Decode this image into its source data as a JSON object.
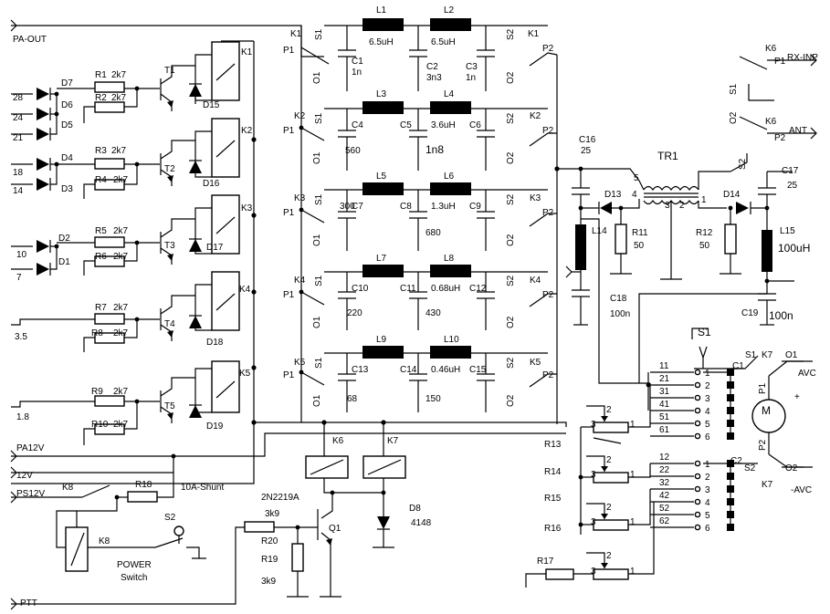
{
  "inputs": {
    "pa_out": "PA-OUT",
    "pa12v": "PA12V",
    "v12": "12V",
    "ps12v": "PS12V",
    "ptt": "PTT",
    "band_28": "28",
    "band_24": "24",
    "band_21": "21",
    "band_18": "18",
    "band_14": "14",
    "band_10": "10",
    "band_7": "7",
    "band_35": "3.5",
    "band_18m": "1.8"
  },
  "drivers": [
    {
      "diodes": [
        "D7",
        "D6",
        "D5"
      ],
      "r_a": "R1",
      "r_a_val": "2k7",
      "r_b": "R2",
      "r_b_val": "2k7",
      "t": "T1",
      "relay": "K1",
      "d": "D15"
    },
    {
      "diodes": [
        "D4",
        "D3"
      ],
      "r_a": "R3",
      "r_a_val": "2k7",
      "r_b": "R4",
      "r_b_val": "2k7",
      "t": "T2",
      "relay": "K2",
      "d": "D16"
    },
    {
      "diodes": [
        "D2",
        "D1"
      ],
      "r_a": "R5",
      "r_a_val": "2k7",
      "r_b": "R6",
      "r_b_val": "2k7",
      "t": "T3",
      "relay": "K3",
      "d": "D17"
    },
    {
      "r_a": "R7",
      "r_a_val": "2k7",
      "r_b": "R8",
      "r_b_val": "2k7",
      "t": "T4",
      "relay": "K4",
      "d": "D18"
    },
    {
      "r_a": "R9",
      "r_a_val": "2k7",
      "r_b": "R10",
      "r_b_val": "2k7",
      "t": "T5",
      "relay": "K5",
      "d": "D19"
    }
  ],
  "filters": [
    {
      "k": "K1",
      "l1": "L1",
      "l1v": "6.5uH",
      "l2": "L2",
      "l2v": "6.5uH",
      "c1": "C1",
      "c1v": "1n",
      "c2": "C2",
      "c2v": "3n3",
      "c3": "C3",
      "c3v": "1n"
    },
    {
      "k": "K2",
      "l1": "L3",
      "l1v": "",
      "l2": "L4",
      "l2v": "3.6uH",
      "c1": "C4",
      "c1v": "560",
      "c2": "C5",
      "c2v": "1n8",
      "c3": "C6",
      "c3v": ""
    },
    {
      "k": "K3",
      "l1": "L5",
      "l1v": "",
      "l2": "L6",
      "l2v": "1.3uH",
      "c1": "C7",
      "c1v": "300",
      "c2": "C8",
      "c2v": "680",
      "c3": "C9",
      "c3v": ""
    },
    {
      "k": "K4",
      "l1": "L7",
      "l1v": "",
      "l2": "L8",
      "l2v": "0.68uH",
      "c1": "C10",
      "c1v": "220",
      "c2": "C11",
      "c2v": "430",
      "c3": "C12",
      "c3v": ""
    },
    {
      "k": "K5",
      "l1": "L9",
      "l1v": "",
      "l2": "L10",
      "l2v": "0.46uH",
      "c1": "C13",
      "c1v": "68",
      "c2": "C14",
      "c2v": "150",
      "c3": "C15",
      "c3v": ""
    }
  ],
  "relay_contacts": {
    "s1": "S1",
    "s2": "S2",
    "p1": "P1",
    "p2": "P2",
    "o1": "O1",
    "o2": "O2"
  },
  "swr_bridge": {
    "c16": "C16",
    "c16v": "25",
    "tr1": "TR1",
    "c17": "C17",
    "c17v": "25",
    "d13": "D13",
    "d14": "D14",
    "l14": "L14",
    "l15": "L15",
    "l15v": "100uH",
    "r11": "R11",
    "r11v": "50",
    "r12": "R12",
    "r12v": "50",
    "c18": "C18",
    "c18v": "100n",
    "c19": "C19",
    "c19v": "100n",
    "pin1": "1",
    "pin2": "2",
    "pin3": "3",
    "pin4": "4",
    "pin5": "5",
    "s2": "S2"
  },
  "antenna_relay": {
    "k6": "K6",
    "p1": "P1",
    "rx_inp": "RX-INP",
    "s1": "S1",
    "o2": "O2",
    "p2": "P2",
    "ant": "ANT"
  },
  "meter": {
    "switch": "S1",
    "c1": "C1",
    "c2": "C2",
    "k7": "K7",
    "o1": "O1",
    "o2": "O2",
    "s1": "S1",
    "s2": "S2",
    "p1": "P1",
    "p2": "P2",
    "avc": "AVC",
    "neg_avc": "-AVC",
    "m": "M",
    "plus": "+",
    "row1": [
      "11",
      "21",
      "31",
      "41",
      "51",
      "61"
    ],
    "row2": [
      "12",
      "22",
      "32",
      "42",
      "52",
      "62"
    ],
    "pos": [
      "1",
      "2",
      "3",
      "4",
      "5",
      "6"
    ],
    "r13": "R13",
    "r14": "R14",
    "r15": "R15",
    "r16": "R16",
    "r17": "R17",
    "pot1": "1",
    "pot2": "2",
    "pot3": "3"
  },
  "control": {
    "k6": "K6",
    "k7": "K7",
    "d8": "D8",
    "d8v": "4148",
    "q1": "Q1",
    "q1v": "2N2219A",
    "r20": "R20",
    "r20v": "3k9",
    "r19": "R19",
    "r19v": "3k9",
    "r18": "R18",
    "k8": "K8",
    "s2": "S2",
    "shunt": "10A-Shunt",
    "power": "POWER",
    "switch": "Switch"
  }
}
